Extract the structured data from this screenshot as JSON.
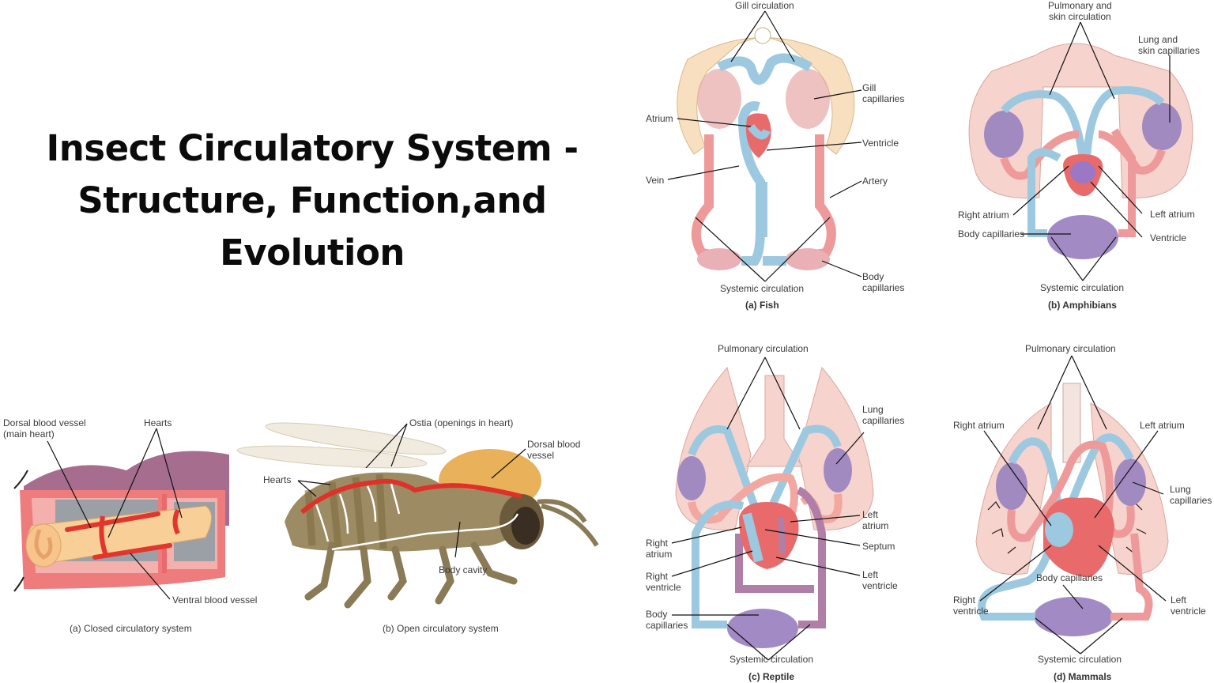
{
  "title": {
    "lines": [
      "Insect Circulatory System -",
      "Structure, Function,and",
      "Evolution"
    ]
  },
  "closed_system": {
    "caption": "(a) Closed circulatory system",
    "labels": {
      "dorsal_line1": "Dorsal blood vessel",
      "dorsal_line2": "(main heart)",
      "hearts": "Hearts",
      "ventral": "Ventral blood vessel"
    }
  },
  "open_system": {
    "caption": "(b) Open circulatory system",
    "labels": {
      "ostia": "Ostia (openings in heart)",
      "dorsal_line1": "Dorsal blood",
      "dorsal_line2": "vessel",
      "hearts": "Hearts",
      "body_cavity": "Body cavity"
    }
  },
  "fish": {
    "caption": "(a) Fish",
    "labels": {
      "gill_circulation": "Gill circulation",
      "gill_cap_1": "Gill",
      "gill_cap_2": "capillaries",
      "atrium": "Atrium",
      "ventricle": "Ventricle",
      "vein": "Vein",
      "artery": "Artery",
      "systemic": "Systemic circulation",
      "body_cap_1": "Body",
      "body_cap_2": "capillaries"
    }
  },
  "amphibians": {
    "caption": "(b) Amphibians",
    "labels": {
      "pulm_1": "Pulmonary and",
      "pulm_2": "skin circulation",
      "lung_1": "Lung and",
      "lung_2": "skin capillaries",
      "right_atrium": "Right atrium",
      "left_atrium": "Left atrium",
      "body_capillaries": "Body capillaries",
      "ventricle": "Ventricle",
      "systemic": "Systemic circulation"
    }
  },
  "reptile": {
    "caption": "(c) Reptile",
    "labels": {
      "pulmonary": "Pulmonary circulation",
      "lung_1": "Lung",
      "lung_2": "capillaries",
      "left_atrium_1": "Left",
      "left_atrium_2": "atrium",
      "septum": "Septum",
      "right_atrium_1": "Right",
      "right_atrium_2": "atrium",
      "right_ventricle_1": "Right",
      "right_ventricle_2": "ventricle",
      "left_ventricle_1": "Left",
      "left_ventricle_2": "ventricle",
      "body_cap_1": "Body",
      "body_cap_2": "capillaries",
      "systemic": "Systemic circulation"
    }
  },
  "mammals": {
    "caption": "(d) Mammals",
    "labels": {
      "pulmonary": "Pulmonary circulation",
      "right_atrium": "Right atrium",
      "left_atrium": "Left atrium",
      "lung_1": "Lung",
      "lung_2": "capillaries",
      "body_capillaries": "Body capillaries",
      "right_ventricle_1": "Right",
      "right_ventricle_2": "ventricle",
      "left_ventricle_1": "Left",
      "left_ventricle_2": "ventricle",
      "systemic": "Systemic circulation"
    }
  },
  "colors": {
    "oxygenated": "#e8858a",
    "deoxygenated": "#9cc9e0",
    "capillary": "#9b7bb8",
    "tissue": "#f6d3cc",
    "gill": "#f7dfc0",
    "insect_body": "#9c8b63",
    "insect_vessel": "#e0302a",
    "worm_outer": "#a26a8c",
    "worm_gut": "#f8cf96"
  }
}
